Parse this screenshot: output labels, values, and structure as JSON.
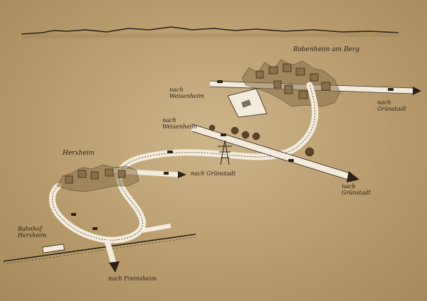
{
  "labels": {
    "bobenheim": "Bobenheim am Berg",
    "weisenheim_top": "nach\nWeisenheim",
    "gruenstadt_top": "nach\nGrünstadt",
    "weisenheim_mid": "nach\nWeisenheim",
    "herxheim": "Herxheim",
    "gruenstadt_mid": "nach Grünstadt",
    "gruenstadt_right": "nach\nGrünstadt",
    "bahnhof": "Bahnhof\nHerxheim",
    "freinsheim": "nach Freinsheim"
  },
  "colors": {
    "paper": "#c2a77a",
    "ink": "#2a2015",
    "road": "#f3ecdc",
    "shade": "#8a7048"
  }
}
